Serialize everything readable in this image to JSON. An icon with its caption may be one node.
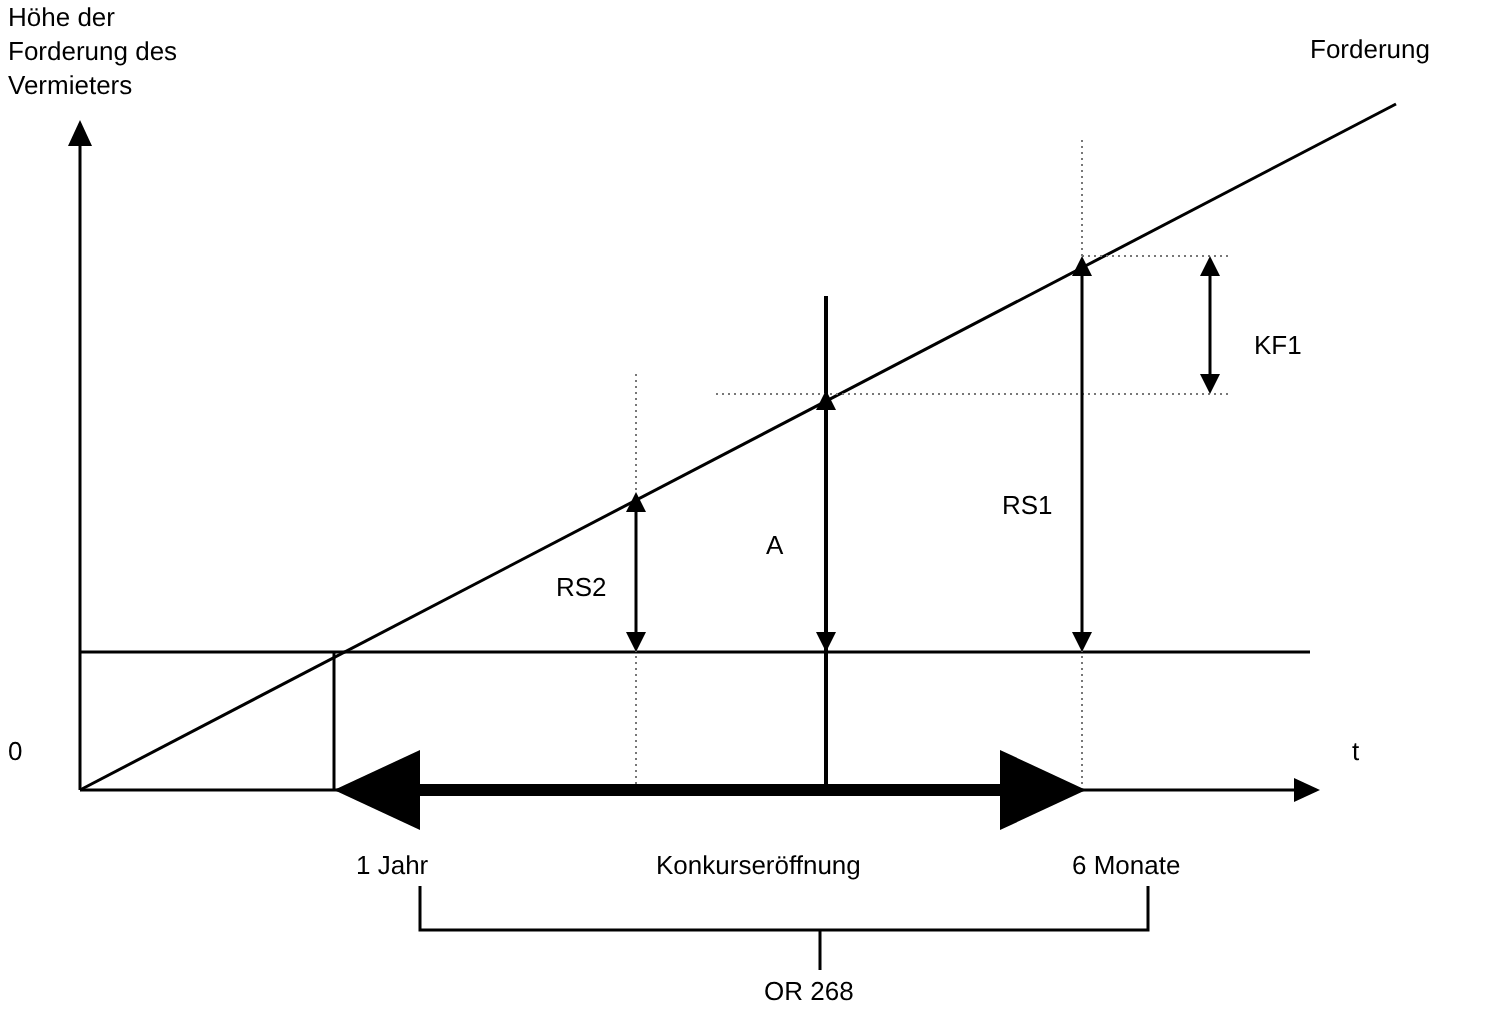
{
  "diagram": {
    "labels": [
      "Höhe der Forderung des Vermieters",
      "Forderung",
      "KF1",
      "RS1",
      "A",
      "RS2",
      "0",
      "t",
      "1 Jahr",
      "Konkurseröffnung",
      "6 Monate",
      "OR 268"
    ]
  }
}
